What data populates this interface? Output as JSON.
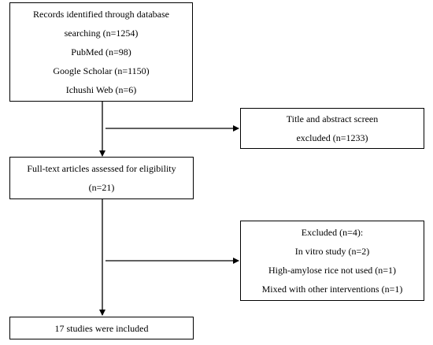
{
  "flowchart": {
    "identification": {
      "line1": "Records identified through database",
      "line2": "searching (n=1254)",
      "line3": "PubMed (n=98)",
      "line4": "Google Scholar (n=1150)",
      "line5": "Ichushi Web (n=6)"
    },
    "screen_excluded": {
      "line1": "Title and abstract screen",
      "line2": "excluded (n=1233)"
    },
    "full_text": {
      "line1": "Full-text articles assessed for eligibility",
      "line2": "(n=21)"
    },
    "excluded": {
      "line1": "Excluded (n=4):",
      "line2": "In vitro study (n=2)",
      "line3": "High-amylose rice not used (n=1)",
      "line4": "Mixed with other interventions (n=1)"
    },
    "included": {
      "line1": "17 studies were included"
    }
  }
}
